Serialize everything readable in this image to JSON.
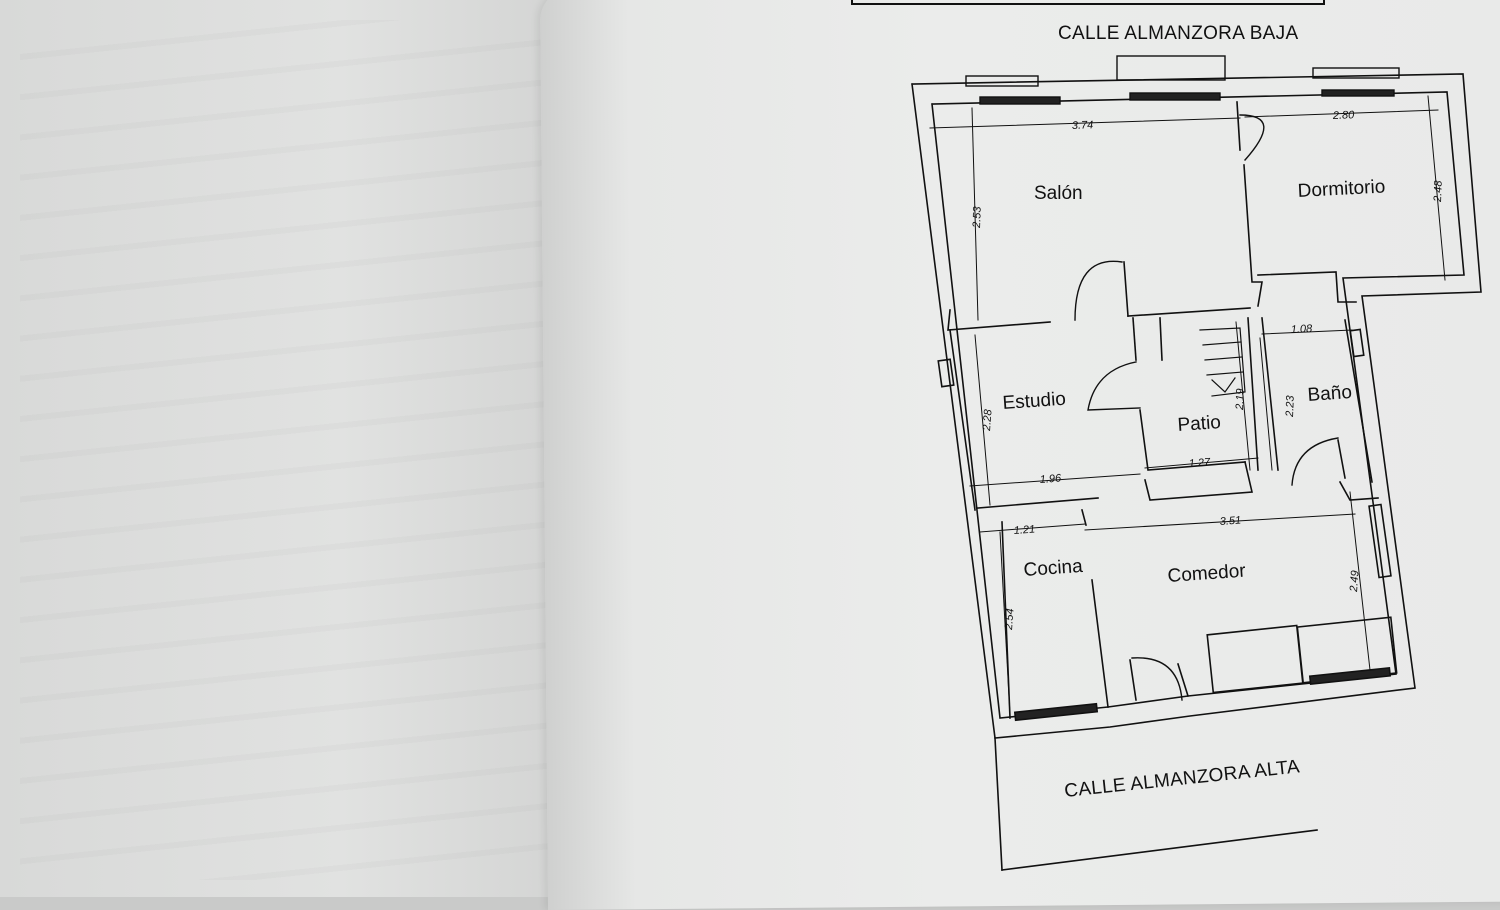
{
  "streets": {
    "top": "CALLE ALMANZORA BAJA",
    "bottom": "CALLE ALMANZORA ALTA"
  },
  "rooms": {
    "salon": "Salón",
    "dormitorio": "Dormitorio",
    "estudio": "Estudio",
    "patio": "Patio",
    "bano": "Baño",
    "cocina": "Cocina",
    "comedor": "Comedor"
  },
  "dimensions": {
    "salon_width": "3.74",
    "salon_depth": "2.53",
    "dormitorio_width": "2.80",
    "dormitorio_depth": "2.48",
    "bano_width": "1.08",
    "bano_depth": "2.23",
    "patio_depth": "2.19",
    "patio_width": "1.27",
    "estudio_depth": "2.28",
    "estudio_width": "1.96",
    "cocina_width": "1.21",
    "cocina_depth": "2.54",
    "comedor_width": "3.51",
    "comedor_depth": "2.49"
  },
  "colors": {
    "ink": "#111111",
    "paper": "#ebeceb"
  }
}
